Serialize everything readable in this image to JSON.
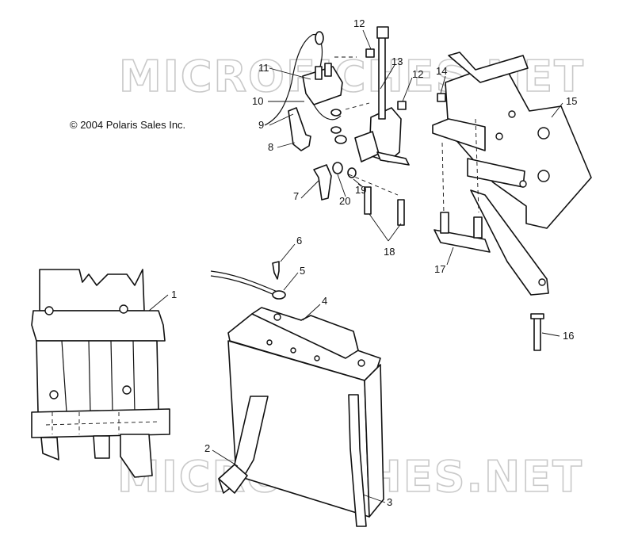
{
  "copyright": "© 2004 Polaris Sales Inc.",
  "watermark": "MICROFICHES.NET",
  "callouts": [
    {
      "id": "c1",
      "label": "1"
    },
    {
      "id": "c2",
      "label": "2"
    },
    {
      "id": "c3",
      "label": "3"
    },
    {
      "id": "c4",
      "label": "4"
    },
    {
      "id": "c5",
      "label": "5"
    },
    {
      "id": "c6",
      "label": "6"
    },
    {
      "id": "c7",
      "label": "7"
    },
    {
      "id": "c8",
      "label": "8"
    },
    {
      "id": "c9",
      "label": "9"
    },
    {
      "id": "c10",
      "label": "10"
    },
    {
      "id": "c11",
      "label": "11"
    },
    {
      "id": "c12a",
      "label": "12"
    },
    {
      "id": "c12b",
      "label": "12"
    },
    {
      "id": "c13",
      "label": "13"
    },
    {
      "id": "c14",
      "label": "14"
    },
    {
      "id": "c15",
      "label": "15"
    },
    {
      "id": "c16",
      "label": "16"
    },
    {
      "id": "c17",
      "label": "17"
    },
    {
      "id": "c18",
      "label": "18"
    },
    {
      "id": "c19",
      "label": "19"
    },
    {
      "id": "c20",
      "label": "20"
    }
  ]
}
